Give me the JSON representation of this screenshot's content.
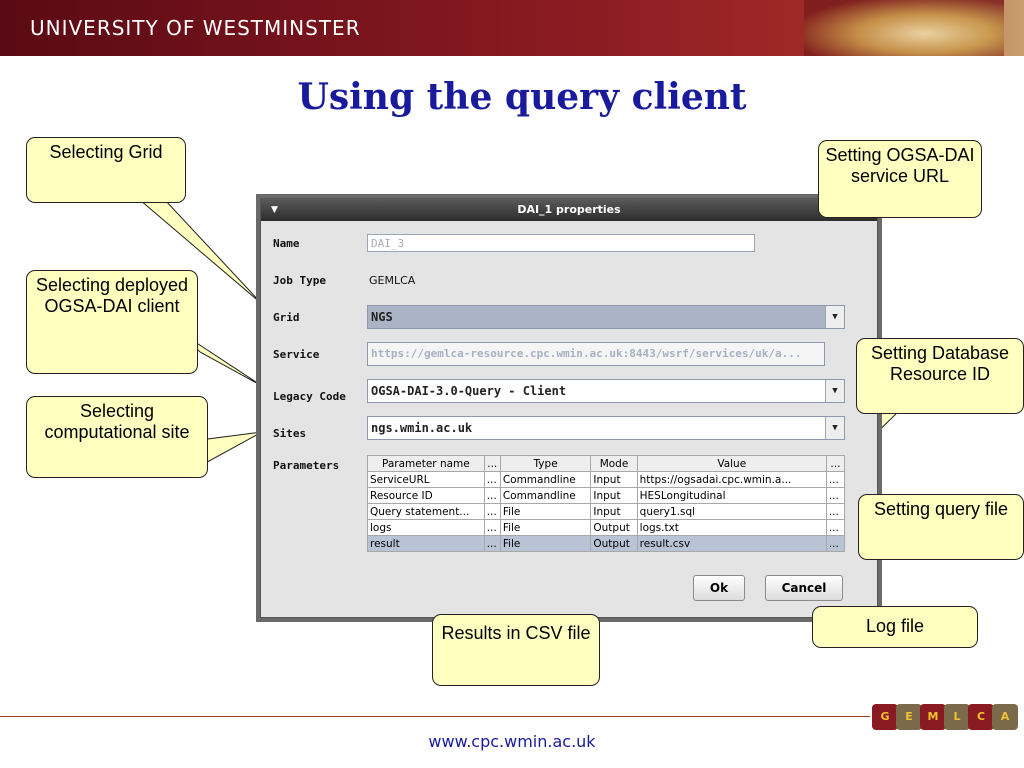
{
  "header": {
    "institution": "UNIVERSITY OF WESTMINSTER"
  },
  "slide": {
    "title": "Using the query client"
  },
  "footer": {
    "url": "www.cpc.wmin.ac.uk"
  },
  "logo": {
    "letters": [
      "G",
      "E",
      "M",
      "L",
      "C",
      "A"
    ],
    "colors": [
      "#8a1a22",
      "#7a6a4a",
      "#8a1a22",
      "#7a6a4a",
      "#8a1a22",
      "#7a6a4a"
    ]
  },
  "dialog": {
    "title": "DAI_1 properties",
    "name_label": "Name",
    "name_value": "DAI_3",
    "jobtype_label": "Job Type",
    "jobtype_value": "GEMLCA",
    "grid_label": "Grid",
    "grid_value": "NGS",
    "service_label": "Service",
    "service_value": "https://gemlca-resource.cpc.wmin.ac.uk:8443/wsrf/services/uk/a...",
    "legacy_label": "Legacy Code",
    "legacy_value": "OGSA-DAI-3.0-Query - Client",
    "sites_label": "Sites",
    "sites_value": "ngs.wmin.ac.uk",
    "params_label": "Parameters",
    "table": {
      "headers": [
        "Parameter name",
        "...",
        "Type",
        "Mode",
        "Value",
        "..."
      ],
      "rows": [
        [
          "ServiceURL",
          "...",
          "Commandline",
          "Input",
          "https://ogsadai.cpc.wmin.a...",
          "..."
        ],
        [
          "Resource ID",
          "...",
          "Commandline",
          "Input",
          "HESLongitudinal",
          "..."
        ],
        [
          "Query statement...",
          "...",
          "File",
          "Input",
          "query1.sql",
          "..."
        ],
        [
          "logs",
          "...",
          "File",
          "Output",
          "logs.txt",
          "..."
        ],
        [
          "result",
          "...",
          "File",
          "Output",
          "result.csv",
          "..."
        ]
      ]
    },
    "ok_label": "Ok",
    "cancel_label": "Cancel"
  },
  "callouts": {
    "grid": "Selecting Grid",
    "deployed": "Selecting deployed OGSA-DAI client",
    "site": "Selecting computational site",
    "service_url": "Setting OGSA-DAI service URL",
    "db_resource": "Setting Database Resource ID",
    "query_file": "Setting query file",
    "log_file": "Log file",
    "results": "Results in CSV file"
  },
  "colors": {
    "callout_fill": "#ffffc0",
    "title_blue": "#1a1a9c",
    "brand_red": "#8a1a22"
  }
}
